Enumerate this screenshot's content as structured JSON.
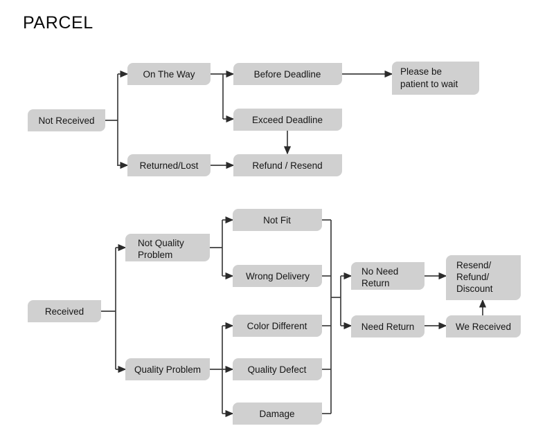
{
  "title": "PARCEL",
  "colors": {
    "node_fill": "#d0d0d0",
    "connector": "#3d3d3d",
    "text": "#151515",
    "background": "#ffffff"
  },
  "chart_data": {
    "type": "diagram",
    "title": "PARCEL",
    "diagram_kind": "flowchart-tree",
    "orientation": "left-to-right",
    "branches": [
      {
        "root": "Not Received",
        "paths": [
          [
            "Not Received",
            "On The Way",
            "Before Deadline",
            "Please be patient to wait"
          ],
          [
            "Not Received",
            "On The Way",
            "Exceed Deadline",
            "Refund / Resend"
          ],
          [
            "Not Received",
            "Returned/Lost",
            "Refund / Resend"
          ]
        ]
      },
      {
        "root": "Received",
        "paths": [
          [
            "Received",
            "Not Quality Problem",
            "Not Fit"
          ],
          [
            "Received",
            "Not Quality Problem",
            "Wrong Delivery"
          ],
          [
            "Received",
            "Quality Problem",
            "Color Different"
          ],
          [
            "Received",
            "Quality Problem",
            "Quality Defect"
          ],
          [
            "Received",
            "Quality Problem",
            "Damage"
          ],
          [
            "Not Fit / Wrong Delivery / Color Different / Quality Defect / Damage",
            "No Need Return",
            "Resend/ Refund/ Discount"
          ],
          [
            "Not Fit / Wrong Delivery / Color Different / Quality Defect / Damage",
            "Need Return",
            "We Received",
            "Resend/ Refund/ Discount"
          ]
        ]
      }
    ]
  },
  "nodes": {
    "not_received": {
      "label": "Not Received"
    },
    "on_the_way": {
      "label": "On The Way"
    },
    "returned_lost": {
      "label": "Returned/Lost"
    },
    "before_deadline": {
      "label": "Before Deadline"
    },
    "exceed_deadline": {
      "label": "Exceed Deadline"
    },
    "refund_resend": {
      "label": "Refund / Resend"
    },
    "please_wait": {
      "line1": "Please be",
      "line2": "patient to wait"
    },
    "received": {
      "label": "Received"
    },
    "not_quality": {
      "line1": "Not Quality",
      "line2": "Problem"
    },
    "quality_problem": {
      "label": "Quality Problem"
    },
    "not_fit": {
      "label": "Not Fit"
    },
    "wrong_delivery": {
      "label": "Wrong Delivery"
    },
    "color_different": {
      "label": "Color Different"
    },
    "quality_defect": {
      "label": "Quality Defect"
    },
    "damage": {
      "label": "Damage"
    },
    "no_need_return": {
      "line1": "No Need",
      "line2": "Return"
    },
    "need_return": {
      "label": "Need Return"
    },
    "we_received": {
      "label": "We Received"
    },
    "resend_refund": {
      "line1": "Resend/",
      "line2": "Refund/",
      "line3": "Discount"
    }
  }
}
